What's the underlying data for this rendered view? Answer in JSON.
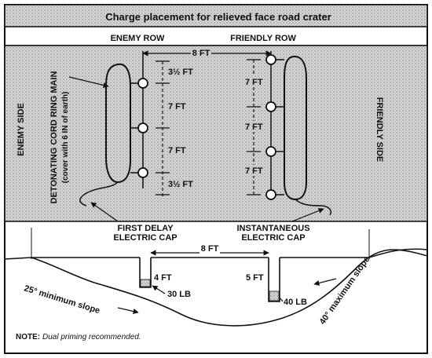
{
  "title": "Charge placement for relieved face road crater",
  "rows": {
    "enemy": "ENEMY ROW",
    "friendly": "FRIENDLY ROW"
  },
  "sides": {
    "enemy": "ENEMY SIDE",
    "friendly": "FRIENDLY SIDE"
  },
  "ring_main": {
    "line1": "DETONATING CORD RING MAIN",
    "line2": "(cover with 6 IN of earth)"
  },
  "plan_dimensions": {
    "row_spacing": "8 FT",
    "enemy_end_top": "3½ FT",
    "enemy_mid_1": "7 FT",
    "enemy_mid_2": "7 FT",
    "enemy_end_bottom": "3½ FT",
    "friendly_1": "7 FT",
    "friendly_2": "7 FT",
    "friendly_3": "7 FT"
  },
  "caps": {
    "first_delay_line1": "FIRST DELAY",
    "first_delay_line2": "ELECTRIC CAP",
    "instant_line1": "INSTANTANEOUS",
    "instant_line2": "ELECTRIC CAP"
  },
  "section": {
    "hole_spacing": "8 FT",
    "enemy_hole_depth": "4 FT",
    "enemy_charge": "30 LB",
    "friendly_hole_depth": "5 FT",
    "friendly_charge": "40 LB",
    "min_slope": "25° minimum slope",
    "max_slope": "40° maximum slope"
  },
  "note": {
    "label": "NOTE:",
    "text": "Dual priming recommended."
  },
  "colors": {
    "ink": "#111111",
    "background": "#ffffff"
  }
}
